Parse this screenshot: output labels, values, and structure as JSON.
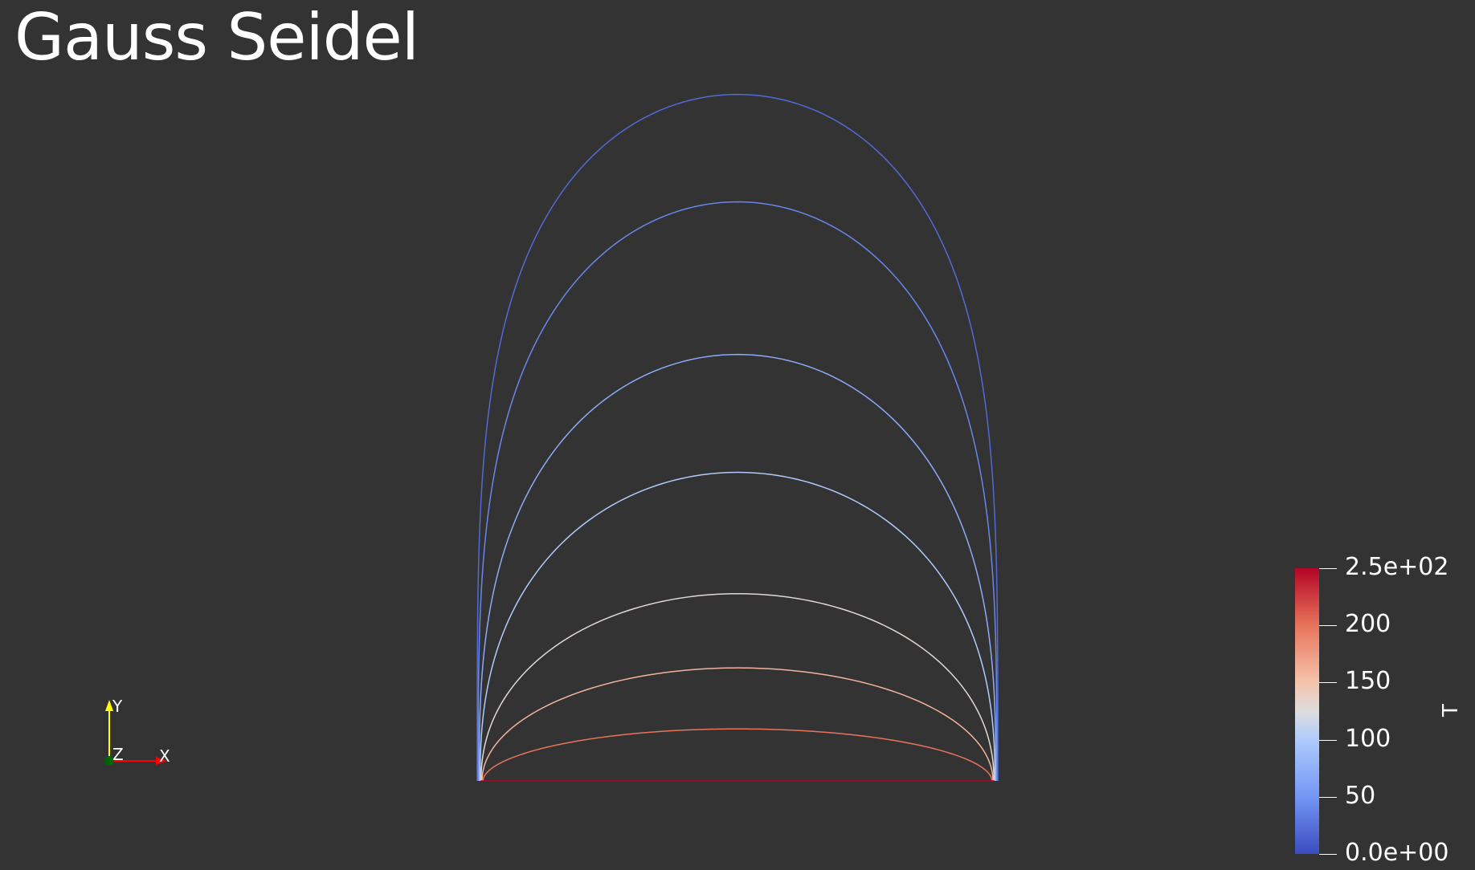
{
  "title": "Gauss Seidel",
  "colors": {
    "background": "#333333",
    "colormap_low": "#3b4cc0",
    "colormap_mid": "#dddddd",
    "colormap_high": "#b40426"
  },
  "colorbar": {
    "title": "T",
    "labels": [
      "2.5e+02",
      "200",
      "150",
      "100",
      "50",
      "0.0e+00"
    ],
    "values": [
      250,
      200,
      150,
      100,
      50,
      0
    ],
    "range": [
      0,
      250
    ]
  },
  "axes_widget": {
    "x_label": "X",
    "y_label": "Y",
    "z_label": "Z"
  },
  "chart_data": {
    "type": "contour",
    "scalar": "T",
    "range": [
      0,
      250
    ],
    "levels": [
      {
        "value": 20,
        "peak_height_fraction": 0.99
      },
      {
        "value": 40,
        "peak_height_fraction": 0.835
      },
      {
        "value": 70,
        "peak_height_fraction": 0.615
      },
      {
        "value": 100,
        "peak_height_fraction": 0.445
      },
      {
        "value": 130,
        "peak_height_fraction": 0.27
      },
      {
        "value": 160,
        "peak_height_fraction": 0.163
      },
      {
        "value": 200,
        "peak_height_fraction": 0.075
      },
      {
        "value": 250,
        "peak_height_fraction": 0.0
      }
    ]
  }
}
